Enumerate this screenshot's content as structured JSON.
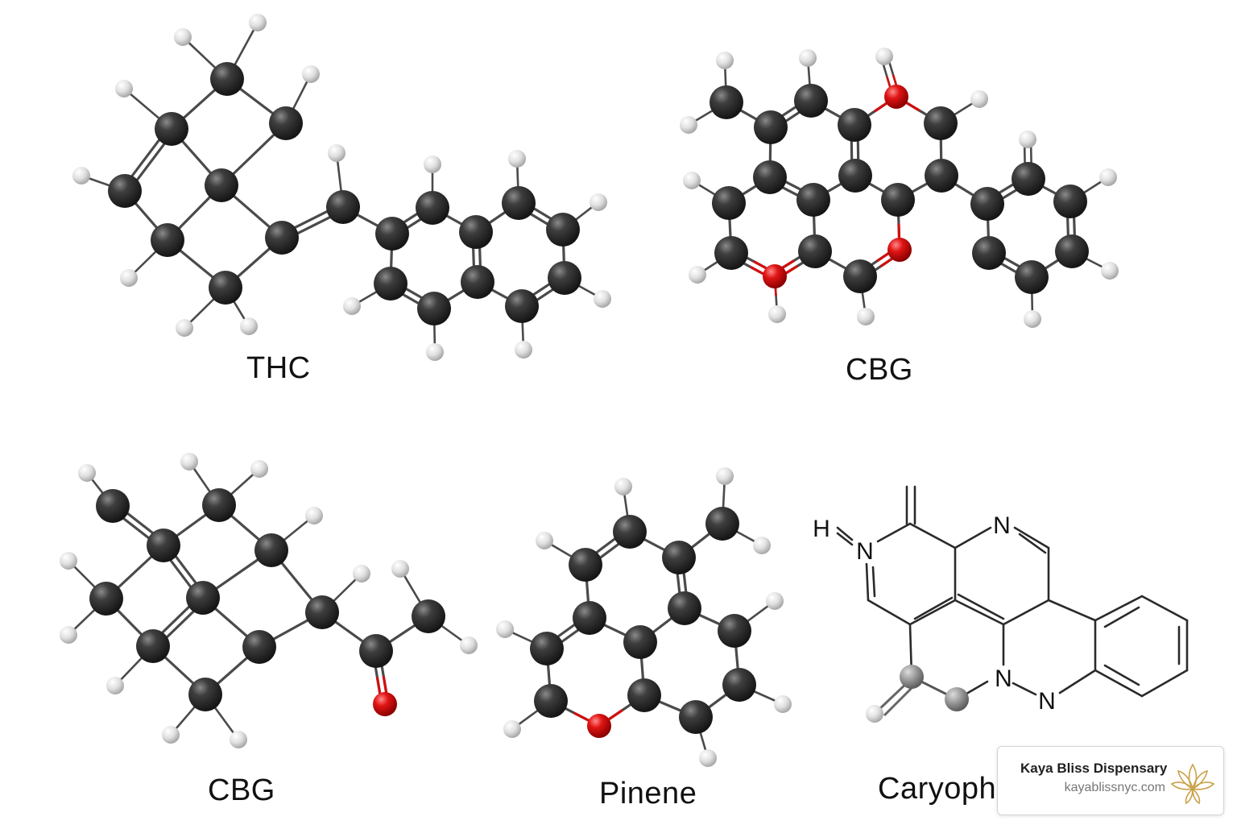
{
  "colors": {
    "carbon": "#3a3a3a",
    "hydrogen": "#dcdcdc",
    "oxygen": "#e01414",
    "bond": "#444444",
    "brand_gold": "#c9a24a"
  },
  "molecules": [
    {
      "id": "thc",
      "label": "THC"
    },
    {
      "id": "cbg-top",
      "label": "CBG"
    },
    {
      "id": "cbg-bottom",
      "label": "CBG"
    },
    {
      "id": "pinene",
      "label": "Pinene"
    },
    {
      "id": "caryoph",
      "label": "Caryoph"
    }
  ],
  "skeletal_atoms": {
    "h": "H",
    "n1": "N",
    "n2": "N",
    "n3": "N",
    "n4": "N"
  },
  "badge": {
    "name": "Kaya Bliss Dispensary",
    "url": "kayablissnyc.com",
    "logo_icon": "lotus-icon"
  }
}
